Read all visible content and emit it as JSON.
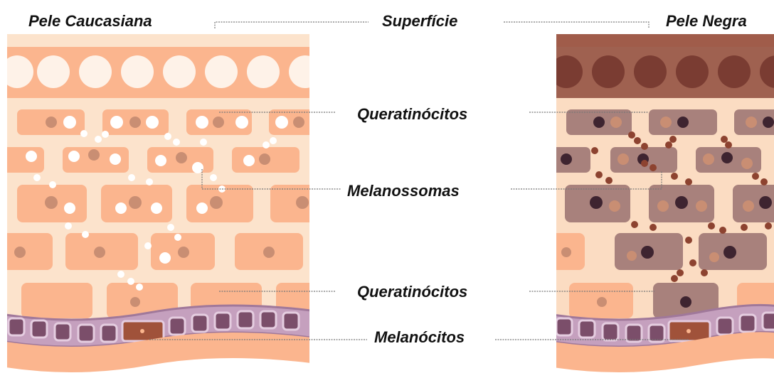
{
  "titles": {
    "left": "Pele Caucasiana",
    "center": "Superfície",
    "right": "Pele Negra"
  },
  "labels": {
    "keratinocytes_top": "Queratinócitos",
    "melanosomes": "Melanossomas",
    "keratinocytes_bottom": "Queratinócitos",
    "melanocytes": "Melanócitos"
  },
  "colors": {
    "light_skin_base": "#fce3cc",
    "light_skin_layer": "#fbb58e",
    "light_cell": "#fbb58e",
    "light_cell_pale": "#f6c9a8",
    "light_melanosome": "#ffffff",
    "light_nucleus": "#c98e73",
    "dark_skin_base": "#fbdcc2",
    "dark_surface": "#a05c4a",
    "dark_layer": "#9f6150",
    "dark_cell": "#a8817c",
    "dark_melanosome": "#8d4330",
    "dark_nucleus": "#3e2430",
    "basal_band": "#c5a0be",
    "basal_border": "#a0789a",
    "melanocyte_cell": "#7b4e6a",
    "melanocyte_active": "#a0523a"
  }
}
